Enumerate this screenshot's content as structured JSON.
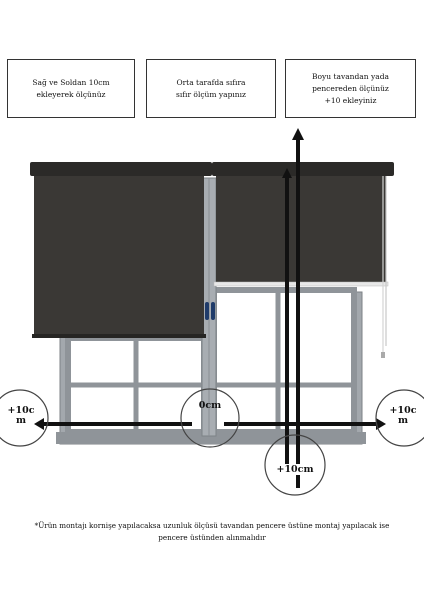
{
  "instructions": [
    {
      "text": "Sağ ve Soldan 10cm\nekleyerek ölçünüz"
    },
    {
      "text": "Orta tarafda sıfıra\nsıfır ölçüm yapınız"
    },
    {
      "text": "Boyu tavandan yada\npencereden  ölçünüz\n+10 ekleyiniz"
    }
  ],
  "measure_labels": {
    "left": "+10c\nm",
    "center": "0cm",
    "right": "+10c\nm",
    "bottom": "+10cm"
  },
  "footnote": "*Ürün montajı kornişe yapılacaksa uzunluk ölçüsü  tavandan pencere üstüne montaj yapılacak ise pencere üstünden alınmalıdır",
  "colors": {
    "blind_fabric": "#3a3835",
    "blind_cassette": "#2b2a28",
    "window_frame": "#9ea3a8",
    "measure_line": "#111111"
  }
}
